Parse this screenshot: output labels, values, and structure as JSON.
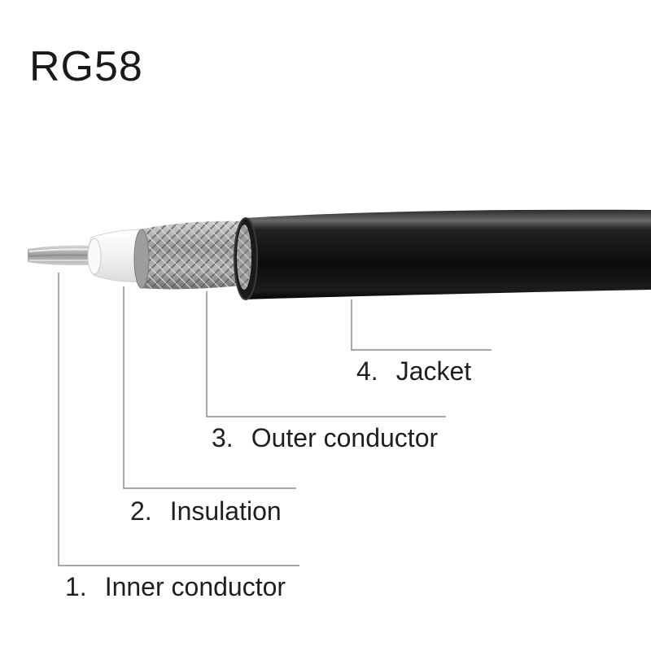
{
  "title": "RG58",
  "layers": [
    {
      "number": "1.",
      "name": "Inner conductor"
    },
    {
      "number": "2.",
      "name": "Insulation"
    },
    {
      "number": "3.",
      "name": "Outer conductor"
    },
    {
      "number": "4.",
      "name": "Jacket"
    }
  ],
  "colors": {
    "jacket": "#111111",
    "braid": "#a9a9a9",
    "insulation": "#f4f4f4",
    "inner_conductor": "#b8b8b8",
    "leader_line": "#8a8a8a"
  }
}
